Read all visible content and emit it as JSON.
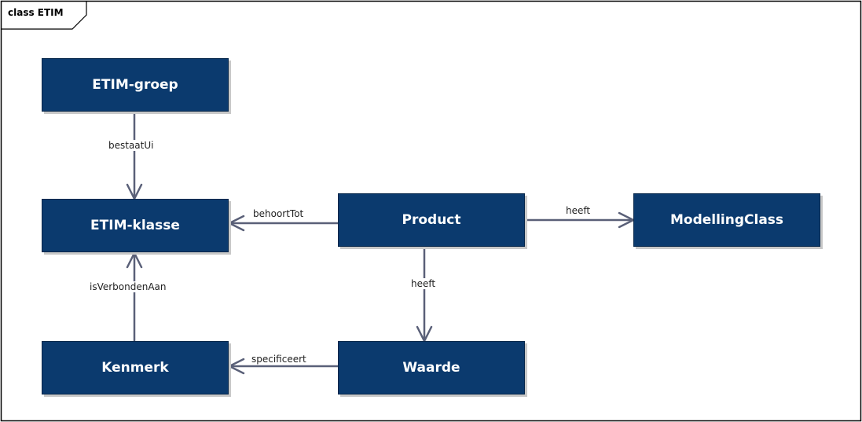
{
  "frame": {
    "label": "class ETIM"
  },
  "classes": {
    "etim_groep": "ETIM-groep",
    "etim_klasse": "ETIM-klasse",
    "kenmerk": "Kenmerk",
    "product": "Product",
    "waarde": "Waarde",
    "modelling_class": "ModellingClass"
  },
  "relations": {
    "groep_klasse": "bestaatUi",
    "product_klasse": "behoortTot",
    "product_modelling": "heeft",
    "product_waarde": "heeft",
    "kenmerk_klasse": "isVerbondenAan",
    "waarde_kenmerk": "specificeert"
  },
  "colors": {
    "class_fill": "#0b3a6e",
    "class_text": "#ffffff",
    "connector": "#5a6078",
    "frame_border": "#000000"
  }
}
